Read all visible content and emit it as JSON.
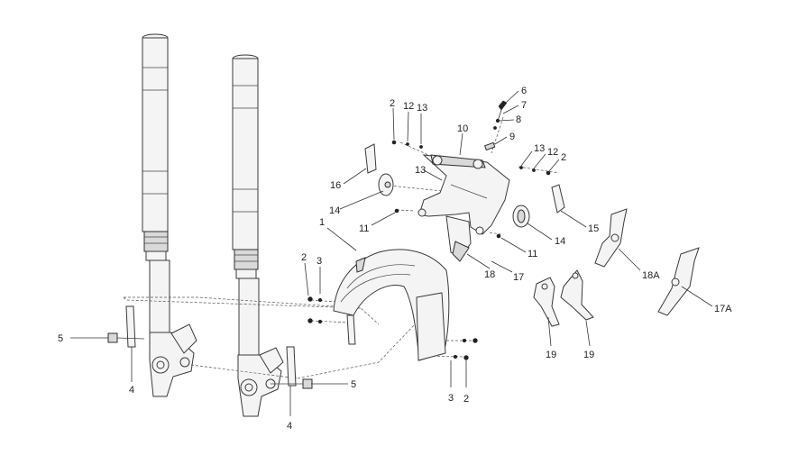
{
  "callouts": {
    "c1": "1",
    "c2a": "2",
    "c2b": "2",
    "c2c": "2",
    "c2d": "2",
    "c3a": "3",
    "c3b": "3",
    "c4a": "4",
    "c4b": "4",
    "c5a": "5",
    "c5b": "5",
    "c6": "6",
    "c7": "7",
    "c8": "8",
    "c9": "9",
    "c10": "10",
    "c11a": "11",
    "c11b": "11",
    "c12a": "12",
    "c12b": "12",
    "c13a": "13",
    "c13b": "13",
    "c13c": "13",
    "c14a": "14",
    "c14b": "14",
    "c15": "15",
    "c16": "16",
    "c17": "17",
    "c18": "18",
    "c18A": "18A",
    "c17A": "17A",
    "c19a": "19",
    "c19b": "19"
  }
}
